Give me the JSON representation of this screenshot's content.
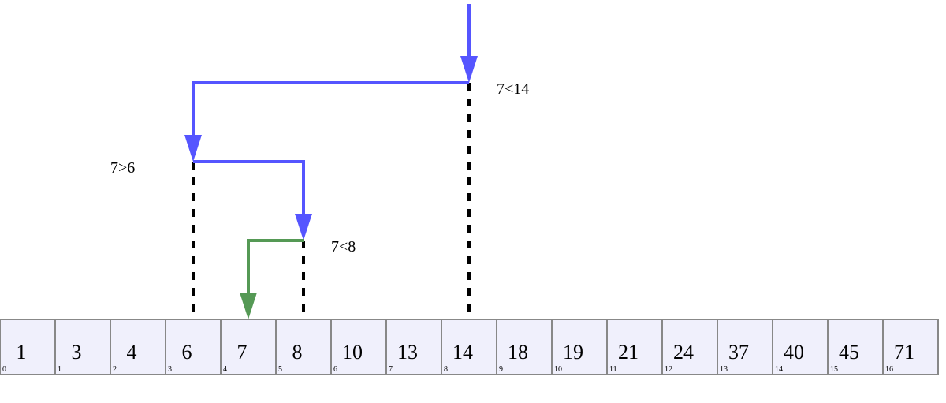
{
  "array": {
    "values": [
      "1",
      "3",
      "4",
      "6",
      "7",
      "8",
      "10",
      "13",
      "14",
      "18",
      "19",
      "21",
      "24",
      "37",
      "40",
      "45",
      "71"
    ],
    "indices": [
      "0",
      "1",
      "2",
      "3",
      "4",
      "5",
      "6",
      "7",
      "8",
      "9",
      "10",
      "11",
      "12",
      "13",
      "14",
      "15",
      "16"
    ]
  },
  "steps": [
    {
      "comparison": "7<14",
      "probe_index": 8,
      "next_index": 3,
      "color": "#5555ff"
    },
    {
      "comparison": "7>6",
      "probe_index": 3,
      "next_index": 5,
      "color": "#5555ff"
    },
    {
      "comparison": "7<8",
      "probe_index": 5,
      "next_index": 4,
      "color": "#559955"
    }
  ],
  "colors": {
    "search_path": "#5555ff",
    "found_path": "#559955",
    "cell_fill": "#f0f0fc",
    "cell_border": "#888888"
  }
}
